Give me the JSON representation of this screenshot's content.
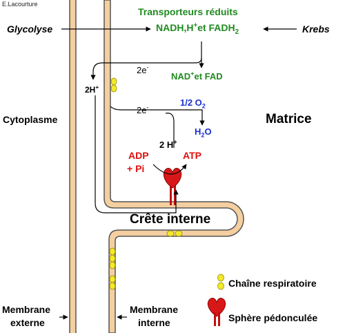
{
  "credit": "E.Lacourture",
  "labels": {
    "glycolyse": "Glycolyse",
    "krebs": "Krebs",
    "transporteurs": "Transporteurs réduits",
    "nadh_pre": "NADH,H",
    "nadh_sup": "+",
    "nadh_mid": "et FADH",
    "nadh_sub": "2",
    "nad_pre": "NAD",
    "nad_sup": "+",
    "nad_post": "et FAD",
    "electron_1": "2e",
    "electron_2": "2e",
    "electron_sup": "-",
    "proton_left": "2H",
    "proton_mid": "2 H",
    "proton_sup": "+",
    "oxygen_pre": "1/2 O",
    "oxygen_sub": "2",
    "water_pre": "H",
    "water_sub": "2",
    "water_post": "O",
    "adp": "ADP",
    "pi": "+ Pi",
    "atp": "ATP",
    "cytoplasme": "Cytoplasme",
    "matrice": "Matrice",
    "crete": "Crête interne",
    "membrane_externe_1": "Membrane",
    "membrane_externe_2": "externe",
    "membrane_interne_1": "Membrane",
    "membrane_interne_2": "interne",
    "legend_chain": "Chaîne respiratoire",
    "legend_sphere": "Sphère pédonculée"
  },
  "icons": {
    "respiratory_chain": "yellow-particle-pair-icon",
    "atp_synthase": "red-stalked-sphere-icon"
  },
  "colors": {
    "membrane_fill": "#f5cfa0",
    "membrane_line": "#555555",
    "green_text": "#1f8a1f",
    "blue_text": "#1c2fd0",
    "red_text": "#e01010",
    "chain_yellow": "#f2ea2a",
    "synthase_red": "#d81818"
  }
}
